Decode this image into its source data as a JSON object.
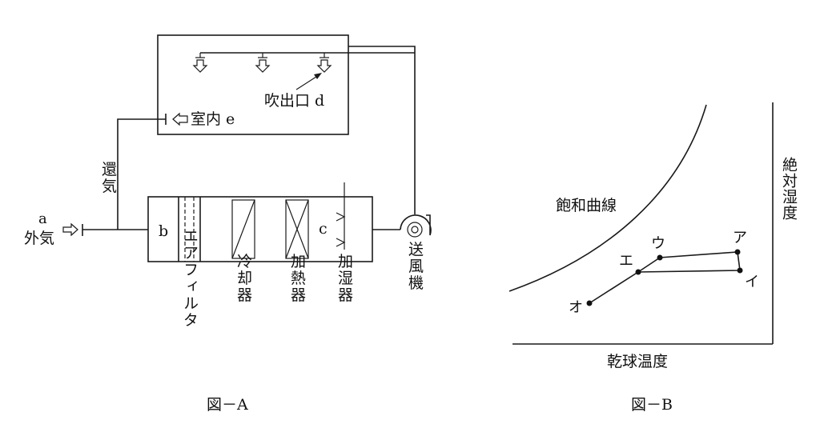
{
  "figure_a": {
    "caption": "図－A",
    "outside_air_letter": "a",
    "outside_air_label": "外気",
    "return_air_label": "還気",
    "room_return_label": "室内 e",
    "outlet_label": "吹出口 d",
    "section_b": "b",
    "section_c": "c",
    "air_filter_label": "エアフィルタ",
    "cooler_label": "冷却器",
    "heater_label": "加熱器",
    "humidifier_label": "加湿器",
    "fan_label": "送風機"
  },
  "figure_b": {
    "caption": "図－B",
    "saturation_curve_label": "飽和曲線",
    "x_axis_label": "乾球温度",
    "y_axis_label": "絶対湿度",
    "points": [
      {
        "label": "ア"
      },
      {
        "label": "イ"
      },
      {
        "label": "ウ"
      },
      {
        "label": "エ"
      },
      {
        "label": "オ"
      }
    ]
  }
}
